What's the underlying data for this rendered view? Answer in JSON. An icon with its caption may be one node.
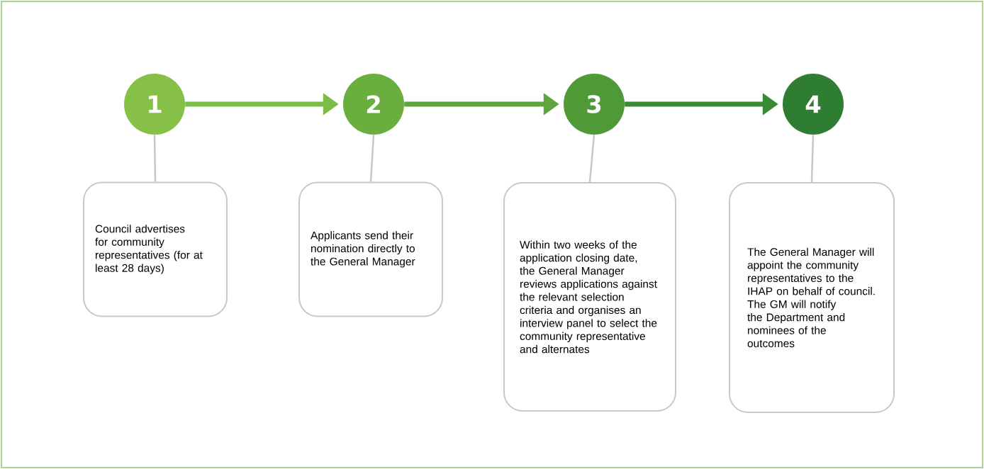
{
  "diagram": {
    "nodes": [
      {
        "text": [
          "1"
        ]
      },
      {
        "text": [
          "2"
        ]
      },
      {
        "text": [
          "3"
        ]
      },
      {
        "text": [
          "4"
        ]
      },
      {
        "text": [
          "Council advertises for community representatives (for at least 28 days)"
        ]
      },
      {
        "text": [
          "Applicants send their nomination directly to the General Manager"
        ]
      },
      {
        "text": [
          "Within two weeks of the application closing date, the General Manager reviews applications against the relevant selection criteria and organises an interview panel to select the community representative and alternates"
        ]
      },
      {
        "text": [
          "The General Manager will appoint the community representatives to the IHAP on behalf of council.",
          "The GM will notify the Department and nominees of the outcomes"
        ]
      }
    ],
    "edges": [
      {
        "from": 0,
        "to": 1,
        "arrow": "to",
        "style": "thick",
        "color": "#7cbd45"
      },
      {
        "from": 1,
        "to": 2,
        "arrow": "to",
        "style": "thick",
        "color": "#5ea63c"
      },
      {
        "from": 2,
        "to": 3,
        "arrow": "to",
        "style": "thick",
        "color": "#3a8a34"
      },
      {
        "from": 0,
        "to": 4,
        "arrow": "none",
        "color": "#c8c8c8"
      },
      {
        "from": 1,
        "to": 5,
        "arrow": "none",
        "color": "#c8c8c8"
      },
      {
        "from": 2,
        "to": 6,
        "arrow": "none",
        "color": "#c8c8c8"
      },
      {
        "from": 3,
        "to": 7,
        "arrow": "none",
        "color": "#c8c8c8"
      }
    ]
  }
}
